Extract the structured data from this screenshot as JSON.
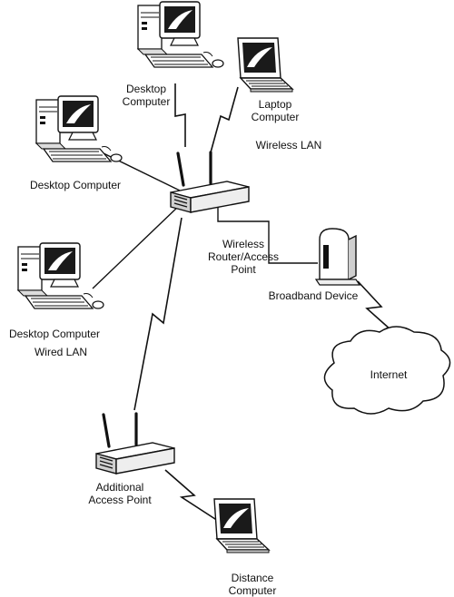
{
  "labels": {
    "desktop_top": [
      "Desktop",
      "Computer"
    ],
    "laptop_top": [
      "Laptop",
      "Computer"
    ],
    "wireless_lan": "Wireless LAN",
    "desktop_left": "Desktop Computer",
    "router": [
      "Wireless",
      "Router/Access",
      "Point"
    ],
    "broadband": "Broadband Device",
    "desktop_bottom_left": "Desktop Computer",
    "wired_lan": "Wired LAN",
    "internet": "Internet",
    "additional_ap": [
      "Additional",
      "Access Point"
    ],
    "distance": [
      "Distance",
      "Computer"
    ]
  },
  "colors": {
    "line": "#111111",
    "device_fill": "#ffffff",
    "device_shade": "#cfcfcf",
    "screen": "#1a1a1a"
  }
}
